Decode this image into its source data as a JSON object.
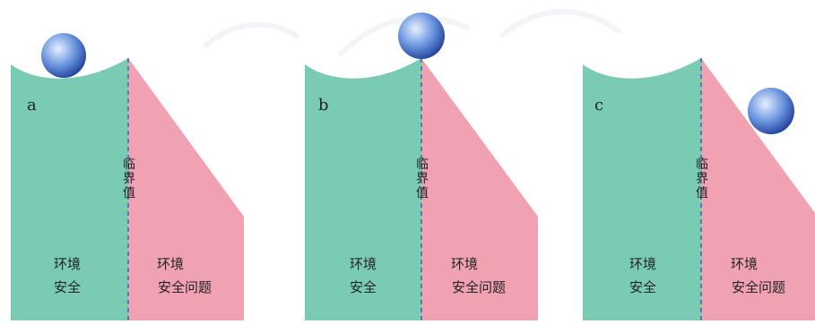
{
  "panels": [
    {
      "id": "a",
      "label": "a",
      "threshold_label": [
        "临",
        "界",
        "值"
      ],
      "safe_label": [
        "环境",
        "安全"
      ],
      "problem_label": [
        "环境",
        "安全问题"
      ]
    },
    {
      "id": "b",
      "label": "b",
      "threshold_label": [
        "临",
        "界",
        "值"
      ],
      "safe_label": [
        "环境",
        "安全"
      ],
      "problem_label": [
        "环境",
        "安全问题"
      ]
    },
    {
      "id": "c",
      "label": "c",
      "threshold_label": [
        "临",
        "界",
        "值"
      ],
      "safe_label": [
        "环境",
        "安全"
      ],
      "problem_label": [
        "环境",
        "安全问题"
      ]
    }
  ],
  "colors": {
    "safe_zone": "#79CBB4",
    "problem_zone": "#F0A1B2",
    "threshold_line": "#3F6FA8",
    "ball_light": "#E6F0FF",
    "ball_mid": "#6A94DE",
    "ball_dark": "#1F3E9A",
    "text": "#222222"
  }
}
